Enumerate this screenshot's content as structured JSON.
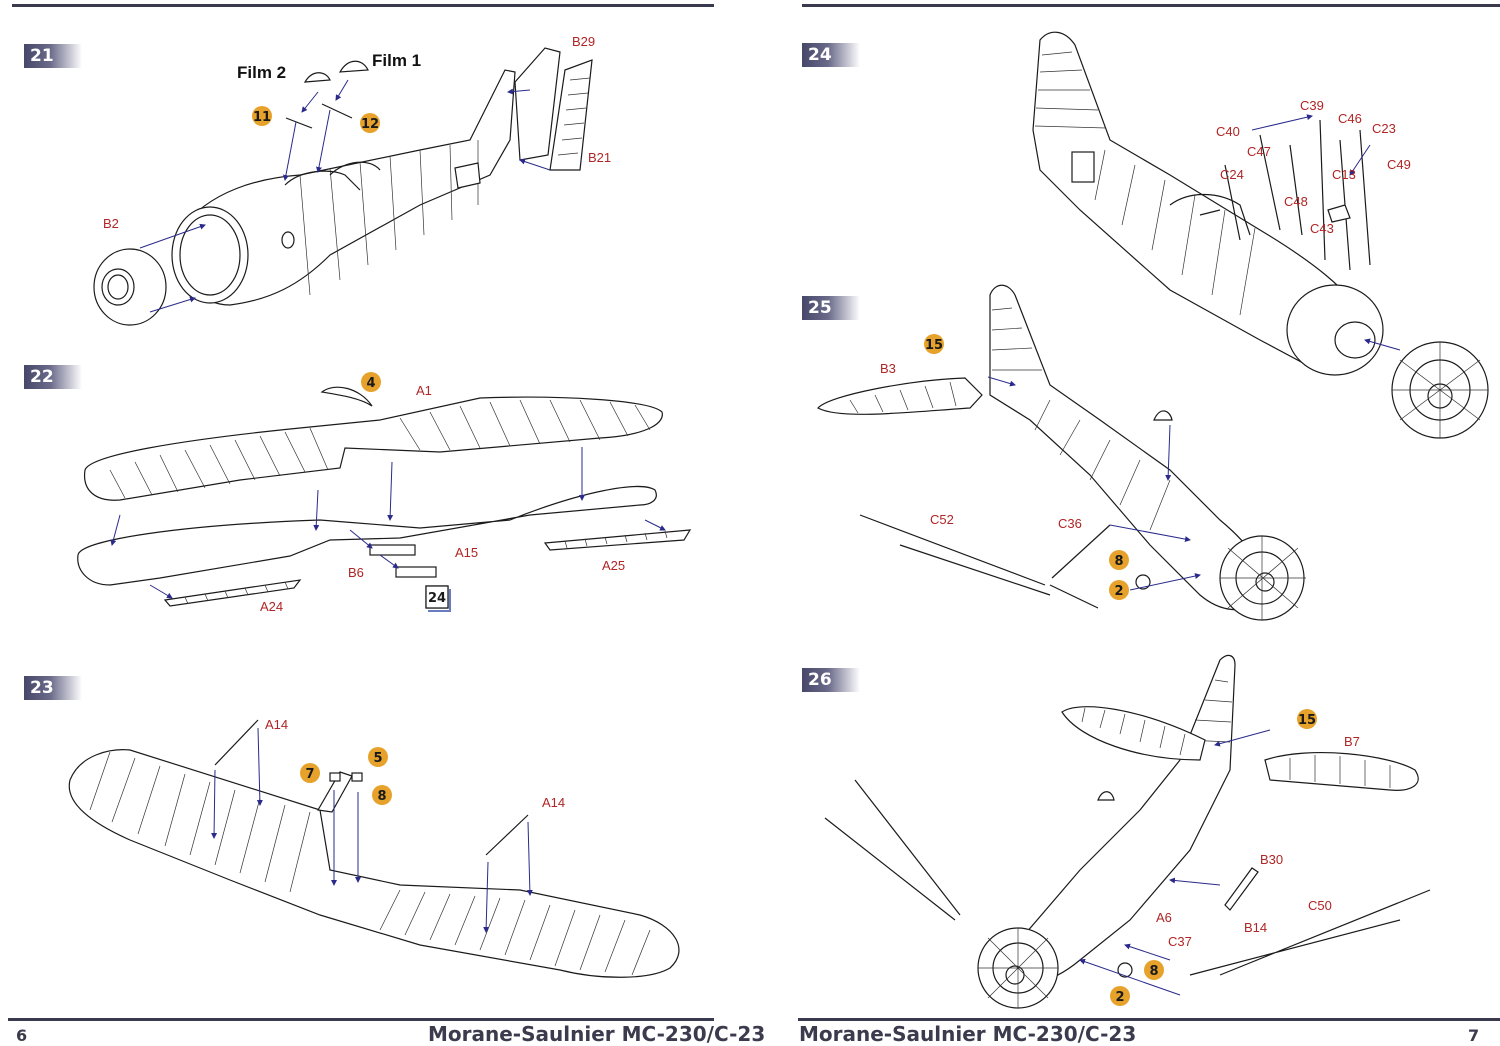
{
  "footer": {
    "left_title": "Morane-Saulnier MC-230/C-23",
    "left_page": "6",
    "right_title": "Morane-Saulnier MC-230/C-23",
    "right_page": "7"
  },
  "steps": {
    "s21": "21",
    "s22": "22",
    "s23": "23",
    "s24": "24",
    "s25": "25",
    "s26": "26"
  },
  "step21": {
    "film2": "Film 2",
    "film1": "Film 1",
    "c11": "11",
    "c12": "12",
    "b2": "B2",
    "b29": "B29",
    "b21": "B21"
  },
  "step22": {
    "c4": "4",
    "a1": "A1",
    "a15": "A15",
    "b6": "B6",
    "a25": "A25",
    "a24": "A24",
    "ref": "24"
  },
  "step23": {
    "a14a": "A14",
    "a14b": "A14",
    "c5": "5",
    "c7": "7",
    "c8": "8"
  },
  "step24": {
    "c39": "C39",
    "c40": "C40",
    "c46": "C46",
    "c23": "C23",
    "c47": "C47",
    "c24": "C24",
    "c13": "C13",
    "c49": "C49",
    "c48": "C48",
    "c43": "C43"
  },
  "step25": {
    "c15": "15",
    "b3": "B3",
    "c52": "C52",
    "c36": "C36",
    "c8": "8",
    "c2": "2"
  },
  "step26": {
    "c15": "15",
    "b7": "B7",
    "b30": "B30",
    "a6": "A6",
    "b14": "B14",
    "c50": "C50",
    "c37": "C37",
    "c8": "8",
    "c2": "2"
  },
  "colors": {
    "accent": "#e6a22a",
    "label_red": "#b02525",
    "rule": "#3a3a4e"
  }
}
